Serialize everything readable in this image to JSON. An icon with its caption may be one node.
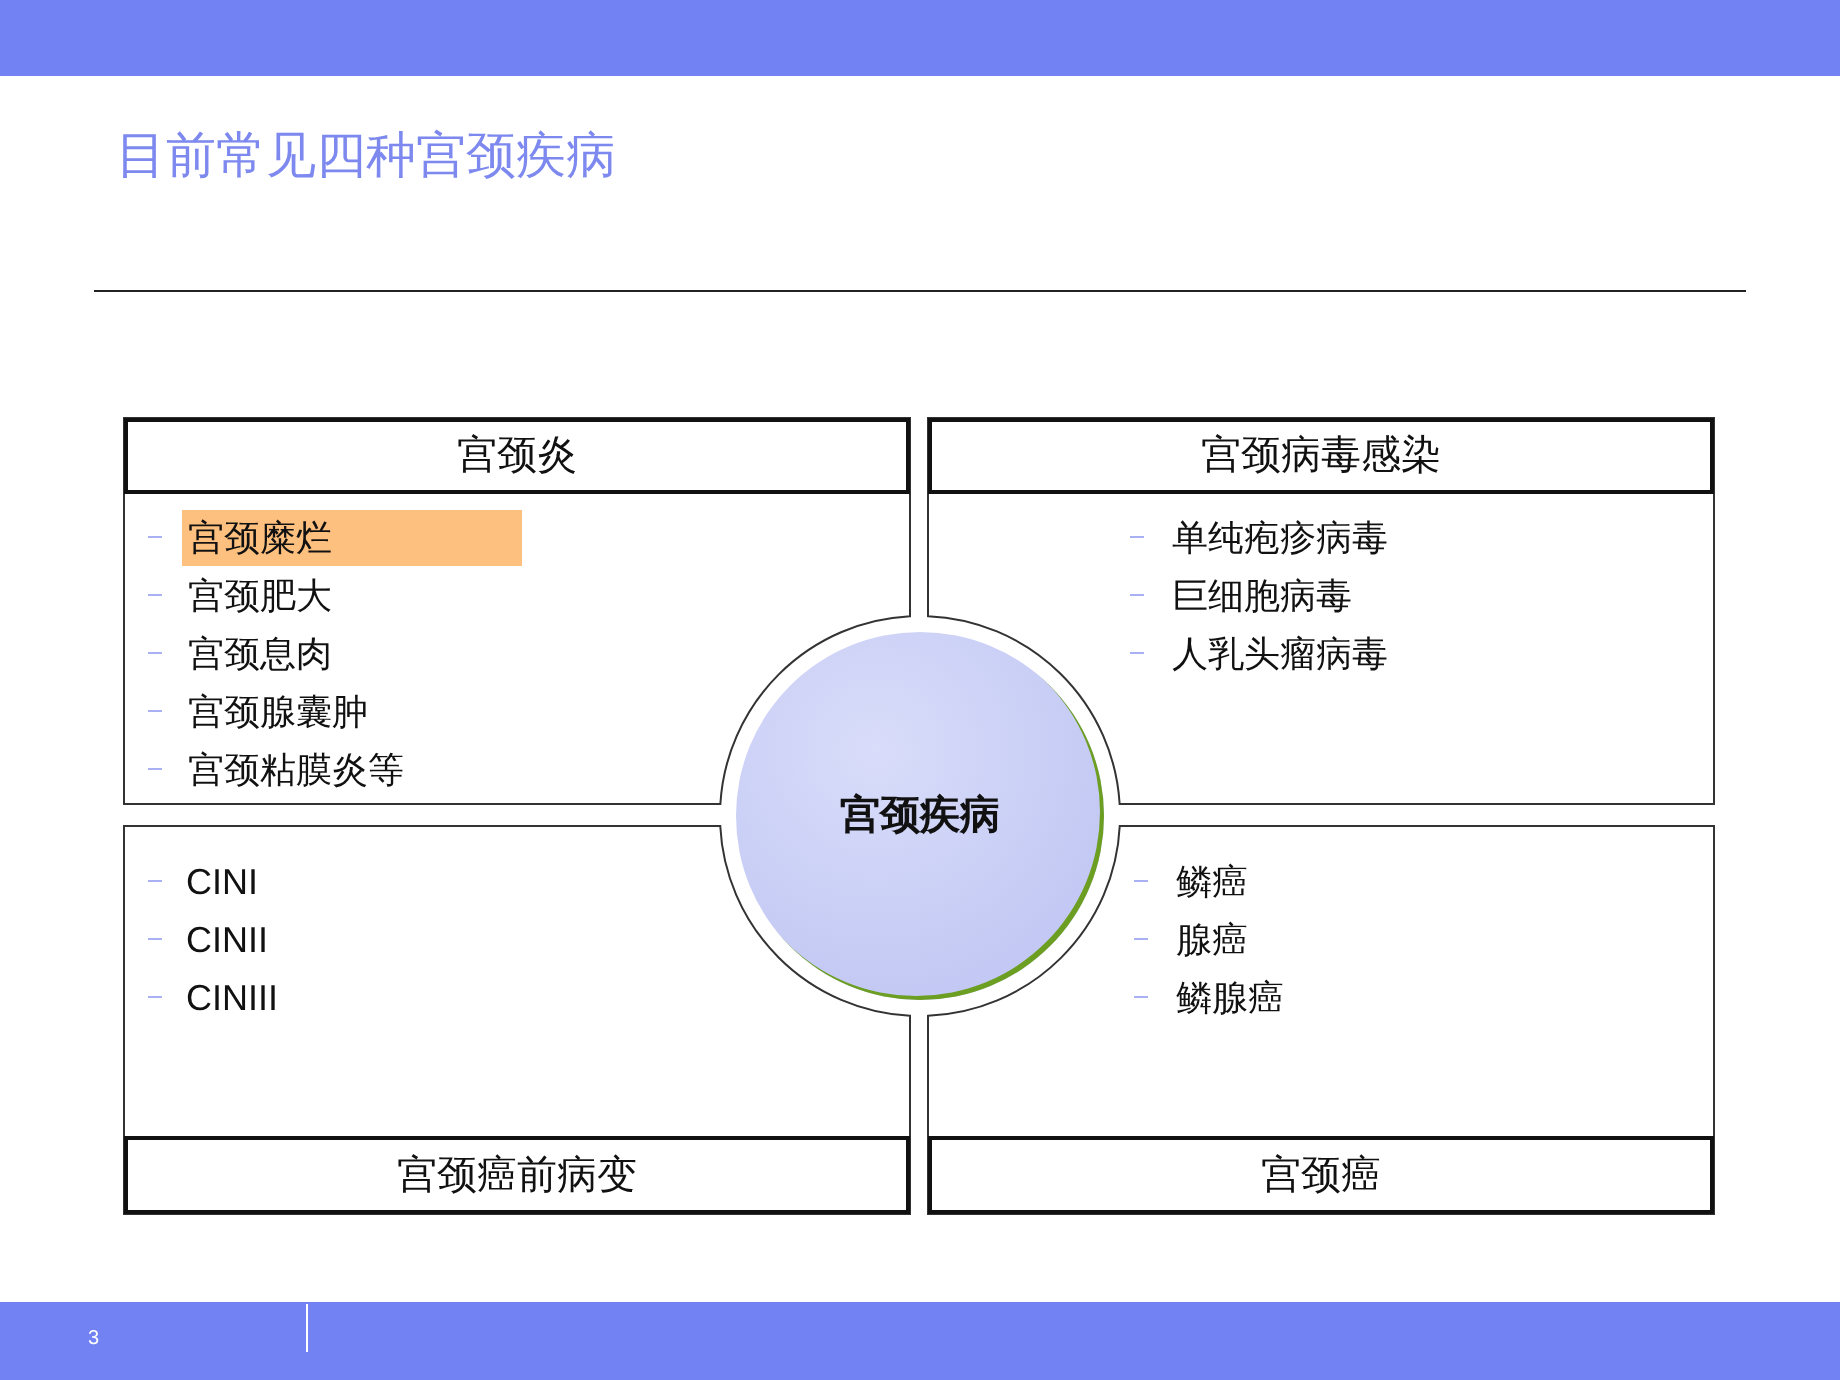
{
  "diagram": {
    "title": "目前常见四种宫颈疾病",
    "nodes": [
      {
        "text": [
          "宫颈糜烂",
          "宫颈肥大",
          "宫颈息肉",
          "宫颈腺囊肿",
          "宫颈粘膜炎等"
        ]
      },
      {
        "text": [
          "宫颈炎"
        ],
        "in": 0
      },
      {
        "text": [
          "单纯疱疹病毒",
          "巨细胞病毒",
          "人乳头瘤病毒"
        ]
      },
      {
        "text": [
          "宫颈病毒感染"
        ],
        "in": 2
      },
      {
        "text": [
          "宫颈疾病"
        ]
      },
      {
        "text": [
          "CINI",
          "CINII",
          "CINIII"
        ]
      },
      {
        "text": [
          "宫颈癌前病变"
        ],
        "in": 5
      },
      {
        "text": [
          "鳞癌",
          "腺癌",
          "鳞腺癌"
        ]
      },
      {
        "text": [
          "宫颈癌"
        ],
        "in": 7
      }
    ],
    "labels": [
      "3"
    ]
  }
}
